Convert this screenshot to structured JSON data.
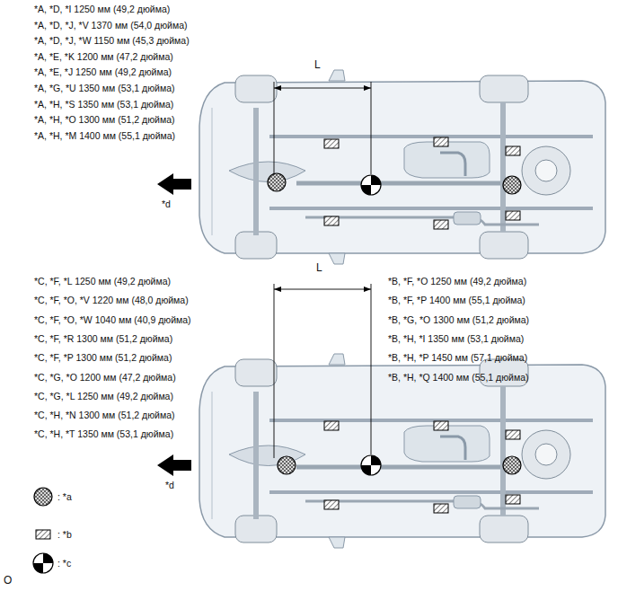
{
  "diagram": {
    "labels": [
      "*A, *D, *I 1250 мм (49,2 дюйма)",
      "*A, *D, *J, *V 1370 мм (54,0 дюйма)",
      "*A, *D, *J, *W 1150 мм (45,3 дюйма)",
      "*A, *E, *K 1200 мм (47,2 дюйма)",
      "*A, *E, *J 1250 мм (49,2 дюйма)",
      "*A, *G, *U 1350 мм (53,1 дюйма)",
      "*A, *H, *S 1350 мм (53,1 дюйма)",
      "*A, *H, *O 1300 мм (51,2 дюйма)",
      "*A, *H, *M 1400 мм (55,1 дюйма)",
      "L",
      "*d",
      "*C, *F, *L 1250 мм (49,2 дюйма)",
      "*C, *F, *O, *V 1220 мм (48,0 дюйма)",
      "*C, *F, *O, *W 1040 мм (40,9 дюйма)",
      "*C, *F, *R 1300 мм (51,2 дюйма)",
      "*C, *F, *P 1300 мм (51,2 дюйма)",
      "*C, *G, *O 1200 мм (47,2 дюйма)",
      "*C, *G, *L 1250 мм (49,2 дюйма)",
      "*C, *H, *N 1300 мм (51,2 дюйма)",
      "*C, *H, *T 1350 мм (53,1 дюйма)",
      "*B, *F, *O 1250 мм (49,2 дюйма)",
      "*B, *F, *P 1400 мм (55,1 дюйма)",
      "*B, *G, *O 1300 мм (51,2 дюйма)",
      "*B, *H, *I 1350 мм (53,1 дюйма)",
      "*B, *H, *P 1450 мм (57,1 дюйма)",
      "*B, *H, *Q 1400 мм (55,1 дюйма)",
      "L",
      "*d",
      "O"
    ],
    "legend": [
      {
        "text": ": *a"
      },
      {
        "text": ": *b"
      },
      {
        "text": ": *c"
      }
    ]
  }
}
